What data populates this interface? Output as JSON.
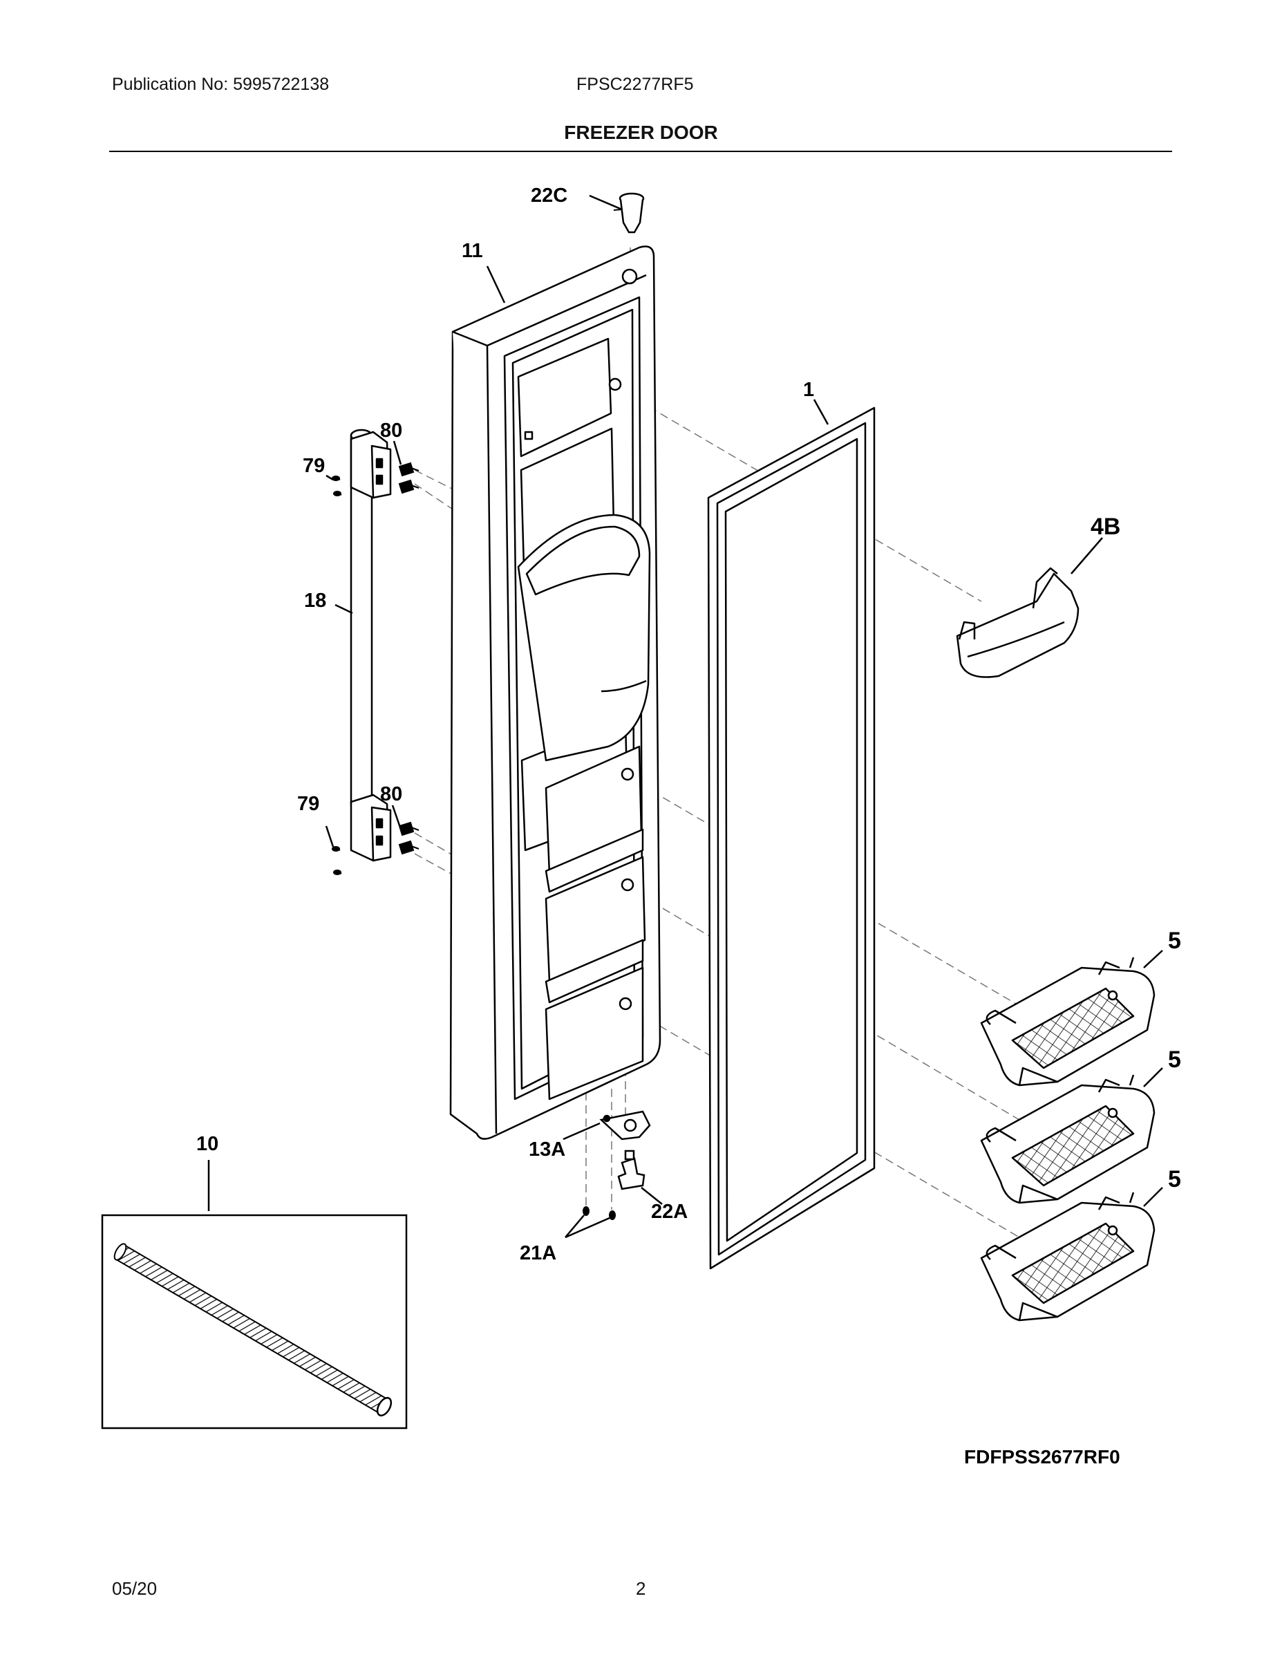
{
  "header": {
    "publication": "Publication No: 5995722138",
    "model": "FPSC2277RF5",
    "section_title": "FREEZER DOOR"
  },
  "diagram": {
    "reference_code": "FDFPSS2677RF0",
    "callouts": {
      "c22C": "22C",
      "c11": "11",
      "c1": "1",
      "c4B": "4B",
      "c80a": "80",
      "c79a": "79",
      "c18": "18",
      "c80b": "80",
      "c79b": "79",
      "c5a": "5",
      "c5b": "5",
      "c5c": "5",
      "c10": "10",
      "c13A": "13A",
      "c22A": "22A",
      "c21A": "21A"
    }
  },
  "footer": {
    "date": "05/20",
    "page": "2"
  }
}
